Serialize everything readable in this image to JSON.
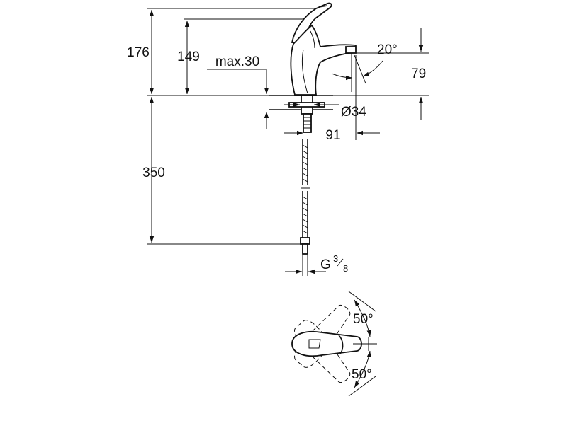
{
  "dimensions": {
    "total_height": "176",
    "spout_height": "149",
    "max_deck": "max.30",
    "spout_angle": "20°",
    "spout_offset": "79",
    "hole_diameter": "Ø34",
    "projection": "91",
    "hose_length": "350",
    "thread": "G",
    "thread_num": "3",
    "thread_den": "8",
    "swivel_angle_top": "50°",
    "swivel_angle_bottom": "50°"
  }
}
